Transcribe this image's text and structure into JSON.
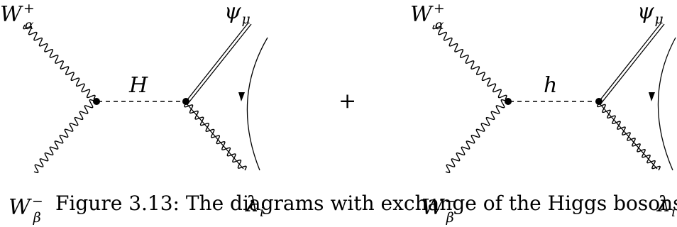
{
  "diagrams": [
    {
      "top_left_label": {
        "symbol": "W",
        "sub": "α",
        "sup": "+"
      },
      "bottom_left_label": {
        "symbol": "W",
        "sub": "β",
        "sup": "−"
      },
      "propagator_label": "H",
      "top_right_label": {
        "symbol": "ψ",
        "sub": "μ"
      },
      "bottom_right_label": {
        "symbol": "λ",
        "sub": "i"
      }
    },
    {
      "top_left_label": {
        "symbol": "W",
        "sub": "α",
        "sup": "+"
      },
      "bottom_left_label": {
        "symbol": "W",
        "sub": "β",
        "sup": "−"
      },
      "propagator_label": "h",
      "top_right_label": {
        "symbol": "ψ",
        "sub": "μ"
      },
      "bottom_right_label": {
        "symbol": "λ",
        "sub": "i"
      }
    }
  ],
  "plus_sign": "+",
  "caption": "Figure 3.13: The diagrams with exchange of the Higgs bosons."
}
